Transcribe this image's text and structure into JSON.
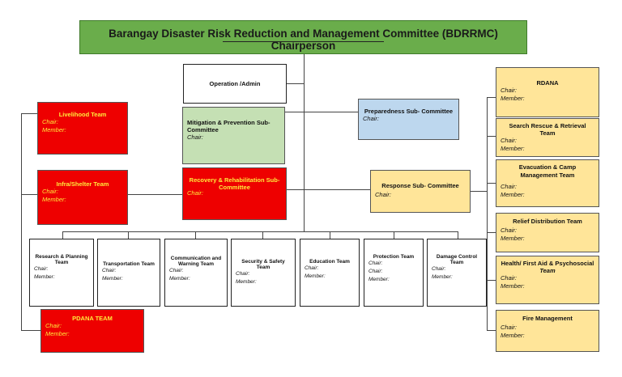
{
  "title": "Barangay Disaster Risk Reduction and Management Committee (BDRRMC) Chairperson",
  "labels": {
    "chair": "Chair:",
    "member": "Member:"
  },
  "center": {
    "operation": "Operation /Admin",
    "mitigation": "Mitigation & Prevention Sub-Committee",
    "recovery": "Recovery & Rehabilitation Sub-Committee",
    "preparedness": "Preparedness Sub- Committee",
    "response": "Response Sub- Committee"
  },
  "left": {
    "livelihood": "Livelihood Team",
    "infra": "Infra/Shelter Team",
    "pdana": "PDANA TEAM"
  },
  "bottom": {
    "research": "Research & Planning Team",
    "transportation": "Transportation Team",
    "communication": "Communication and Warning Team",
    "security": "Security & Safety Team",
    "education": "Education Team",
    "protection": "Protection Team",
    "damage": "Damage Control Team"
  },
  "right": {
    "rdana": "RDANA",
    "search": "Search Rescue & Retrieval Team",
    "evacuation": "Evacuation & Camp Management Team",
    "relief": "Relief Distribution Team",
    "health": "Health/ First Aid & Psychosocial",
    "health_team": "Team",
    "fire": "Fire Management"
  }
}
